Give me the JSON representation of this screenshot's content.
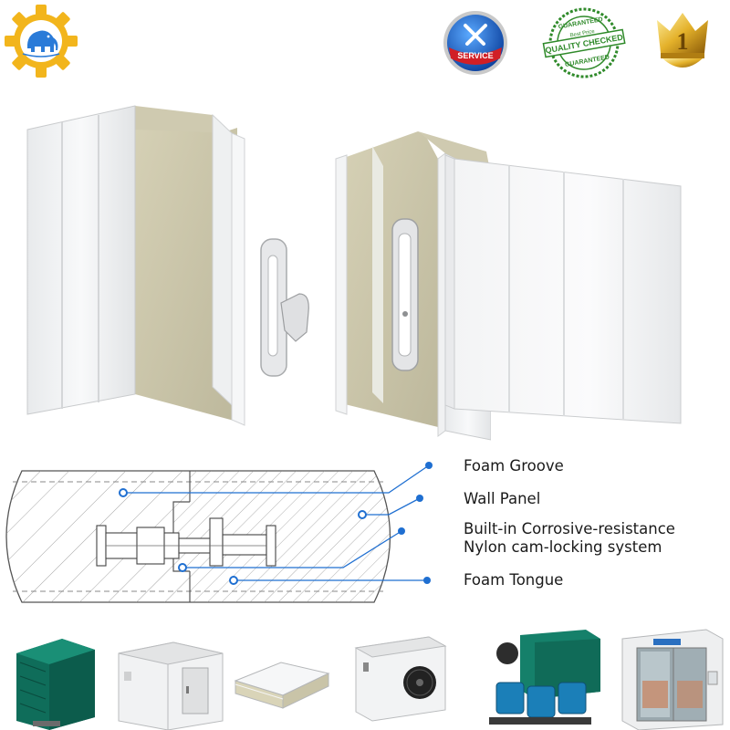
{
  "badges": {
    "service": "SERVICE",
    "quality_top": "GUARANTEED",
    "quality_mid": "Best Price",
    "quality_main": "QUALITY CHECKED",
    "quality_bottom": "GUARANTEED",
    "first": "1"
  },
  "callouts": {
    "foam_groove": "Foam Groove",
    "wall_panel": "Wall Panel",
    "locking_line1": "Built-in Corrosive-resistance",
    "locking_line2": "Nylon cam-locking system",
    "foam_tongue": "Foam Tongue"
  },
  "colors": {
    "accent_blue": "#1f6fd1",
    "foam_core": "#cfcab0",
    "panel_white": "#f4f5f6",
    "logo_gold": "#f2b51c",
    "logo_blue": "#2a7bd8",
    "badge_green": "#2f8a2a",
    "condenser_teal": "#13806a"
  },
  "icons": {
    "logo": "elephant-gear-logo",
    "service": "wrench-screwdriver-badge",
    "quality": "quality-checked-stamp",
    "first": "gold-number-one-trophy"
  },
  "products": [
    "condenser-unit",
    "cold-room-frame",
    "sandwich-panel",
    "evaporator-unit",
    "compressor-unit",
    "cold-room-display"
  ]
}
